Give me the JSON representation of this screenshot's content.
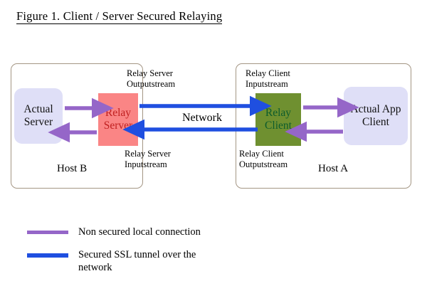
{
  "figure": {
    "title": "Figure 1. Client / Server Secured Relaying"
  },
  "hosts": [
    {
      "id": "host-b",
      "label": "Host B"
    },
    {
      "id": "host-a",
      "label": "Host A"
    }
  ],
  "nodes": {
    "actual_server": {
      "line1": "Actual",
      "line2": "Server",
      "fill": "#dfdff7",
      "text_color": "#111111"
    },
    "relay_server": {
      "line1": "Relay",
      "line2": "Server",
      "fill": "#fa8585",
      "text_color": "#c02020"
    },
    "relay_client": {
      "line1": "Relay",
      "line2": "Client",
      "fill": "#6f9030",
      "text_color": "#0d5c2c"
    },
    "actual_app_client": {
      "line1": "Actual App",
      "line2": "Client",
      "fill": "#dfdff7",
      "text_color": "#111111"
    }
  },
  "stream_labels": {
    "relay_server_output": {
      "line1": "Relay Server",
      "line2": "Outputstream"
    },
    "relay_server_input": {
      "line1": "Relay Server",
      "line2": "Inputstream"
    },
    "relay_client_input": {
      "line1": "Relay Client",
      "line2": "Inputstream"
    },
    "relay_client_output": {
      "line1": "Relay Client",
      "line2": "Outputstream"
    }
  },
  "network": {
    "label": "Network"
  },
  "legend": {
    "items": [
      {
        "key": "non-secured",
        "color": "#9566c8",
        "label": "Non secured local connection"
      },
      {
        "key": "secured-ssl",
        "color": "#1f4fe0",
        "label": "Secured SSL tunnel over the network"
      }
    ]
  },
  "colors": {
    "purple_connection": "#9566c8",
    "blue_tunnel": "#1f4fe0",
    "host_border": "#a49684",
    "lavender_node": "#dfdff7",
    "salmon_node": "#fa8585",
    "olive_node": "#6f9030"
  }
}
